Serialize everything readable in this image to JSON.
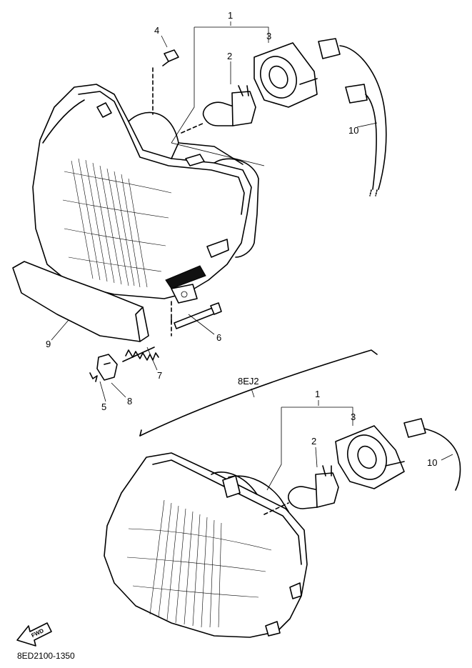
{
  "labels": {
    "upper": {
      "l1": "1",
      "l2": "2",
      "l3": "3",
      "l4": "4",
      "l5": "5",
      "l6": "6",
      "l7": "7",
      "l8": "8",
      "l9": "9",
      "l10": "10"
    },
    "lower": {
      "l1": "1",
      "l2": "2",
      "l3": "3",
      "l10": "10"
    },
    "variant": "8EJ2"
  },
  "fwd": "FWD",
  "diagram_code": "8ED2100-1350"
}
